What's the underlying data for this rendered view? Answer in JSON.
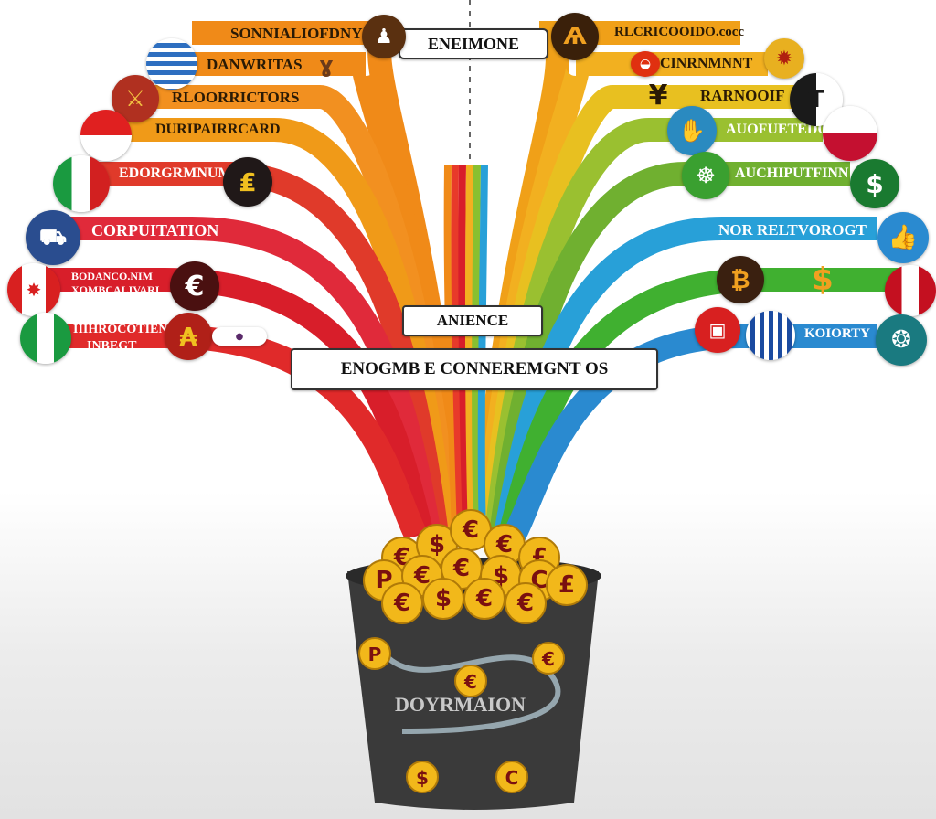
{
  "diagram": {
    "top_box": "ENEIMONE",
    "middle_box": "ANIENCE",
    "bottom_box": "ENOGMB E CONNEREMGNT OS",
    "bucket_label": "DOYRMAION",
    "left_labels": [
      "SONNIALIOFDNY",
      "DANWRITAS",
      "RLOORRICTORS",
      "DURIPAIRRCARD",
      "EDORGRMNUM",
      "CORPUITATION",
      "BODANCO.NIM",
      "XOMBCALIVARI",
      "IIIHROCOTIEN",
      "INBEGT"
    ],
    "right_labels": [
      "RLCRICOOIDO.cocc",
      "CINRNMNNT",
      "RARNOOIF",
      "AUOFUETEDO",
      "AUCHIPUTFINN",
      "NOR RELTVOROGT",
      "KOIORTY"
    ],
    "icons": [
      "person-icon",
      "lasso-icon",
      "globe-flag-icon",
      "badge-icon",
      "flag-red-icon",
      "flag-italy-icon",
      "pound-coin-icon",
      "car-icon",
      "flag-canada-icon",
      "euro-coin-icon",
      "flag-nigeria-icon",
      "euro-coin-icon",
      "flag-pill-icon",
      "arch-icon",
      "food-icon",
      "yen-icon",
      "emblem-icon",
      "tshirt-icon",
      "thumbs-icon",
      "flag-poland-icon",
      "food-bowl-icon",
      "dollar-coin-icon",
      "thumbs-up-icon",
      "bitcoin-icon",
      "dollar-icon",
      "flag-peru-icon",
      "flag-pin-icon",
      "flag-greece-icon",
      "circle-emblem-icon"
    ],
    "coin_symbols": [
      "€",
      "$",
      "€",
      "€",
      "£",
      "P",
      "€",
      "€",
      "$",
      "C"
    ]
  }
}
